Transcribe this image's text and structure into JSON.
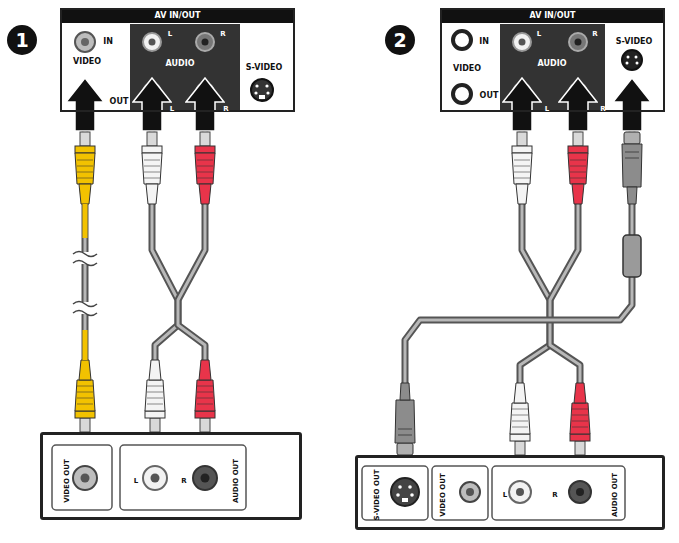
{
  "diagram": {
    "nodes": [
      {
        "text": [
          "AV IN/OUT",
          "IN",
          "VIDEO",
          "OUT",
          "L",
          "AUDIO",
          "R",
          "L",
          "R",
          "S-VIDEO"
        ]
      },
      {
        "text": [
          "VIDEO OUT",
          "L",
          "R",
          "AUDIO OUT"
        ]
      },
      {
        "text": [
          "AV IN/OUT",
          "IN",
          "VIDEO",
          "OUT",
          "L",
          "AUDIO",
          "R",
          "L",
          "R",
          "S-VIDEO"
        ]
      },
      {
        "text": [
          "S-VIDEO OUT",
          "VIDEO OUT",
          "L",
          "R",
          "AUDIO OUT"
        ]
      }
    ],
    "edges": [
      {
        "from": 1,
        "to": 0,
        "arrow": "to"
      },
      {
        "from": 1,
        "to": 0,
        "arrow": "to"
      },
      {
        "from": 1,
        "to": 0,
        "arrow": "to"
      },
      {
        "from": 3,
        "to": 2,
        "arrow": "to"
      },
      {
        "from": 3,
        "to": 2,
        "arrow": "to"
      },
      {
        "from": 3,
        "to": 2,
        "arrow": "to"
      }
    ],
    "labels": [
      "1",
      "2"
    ]
  }
}
